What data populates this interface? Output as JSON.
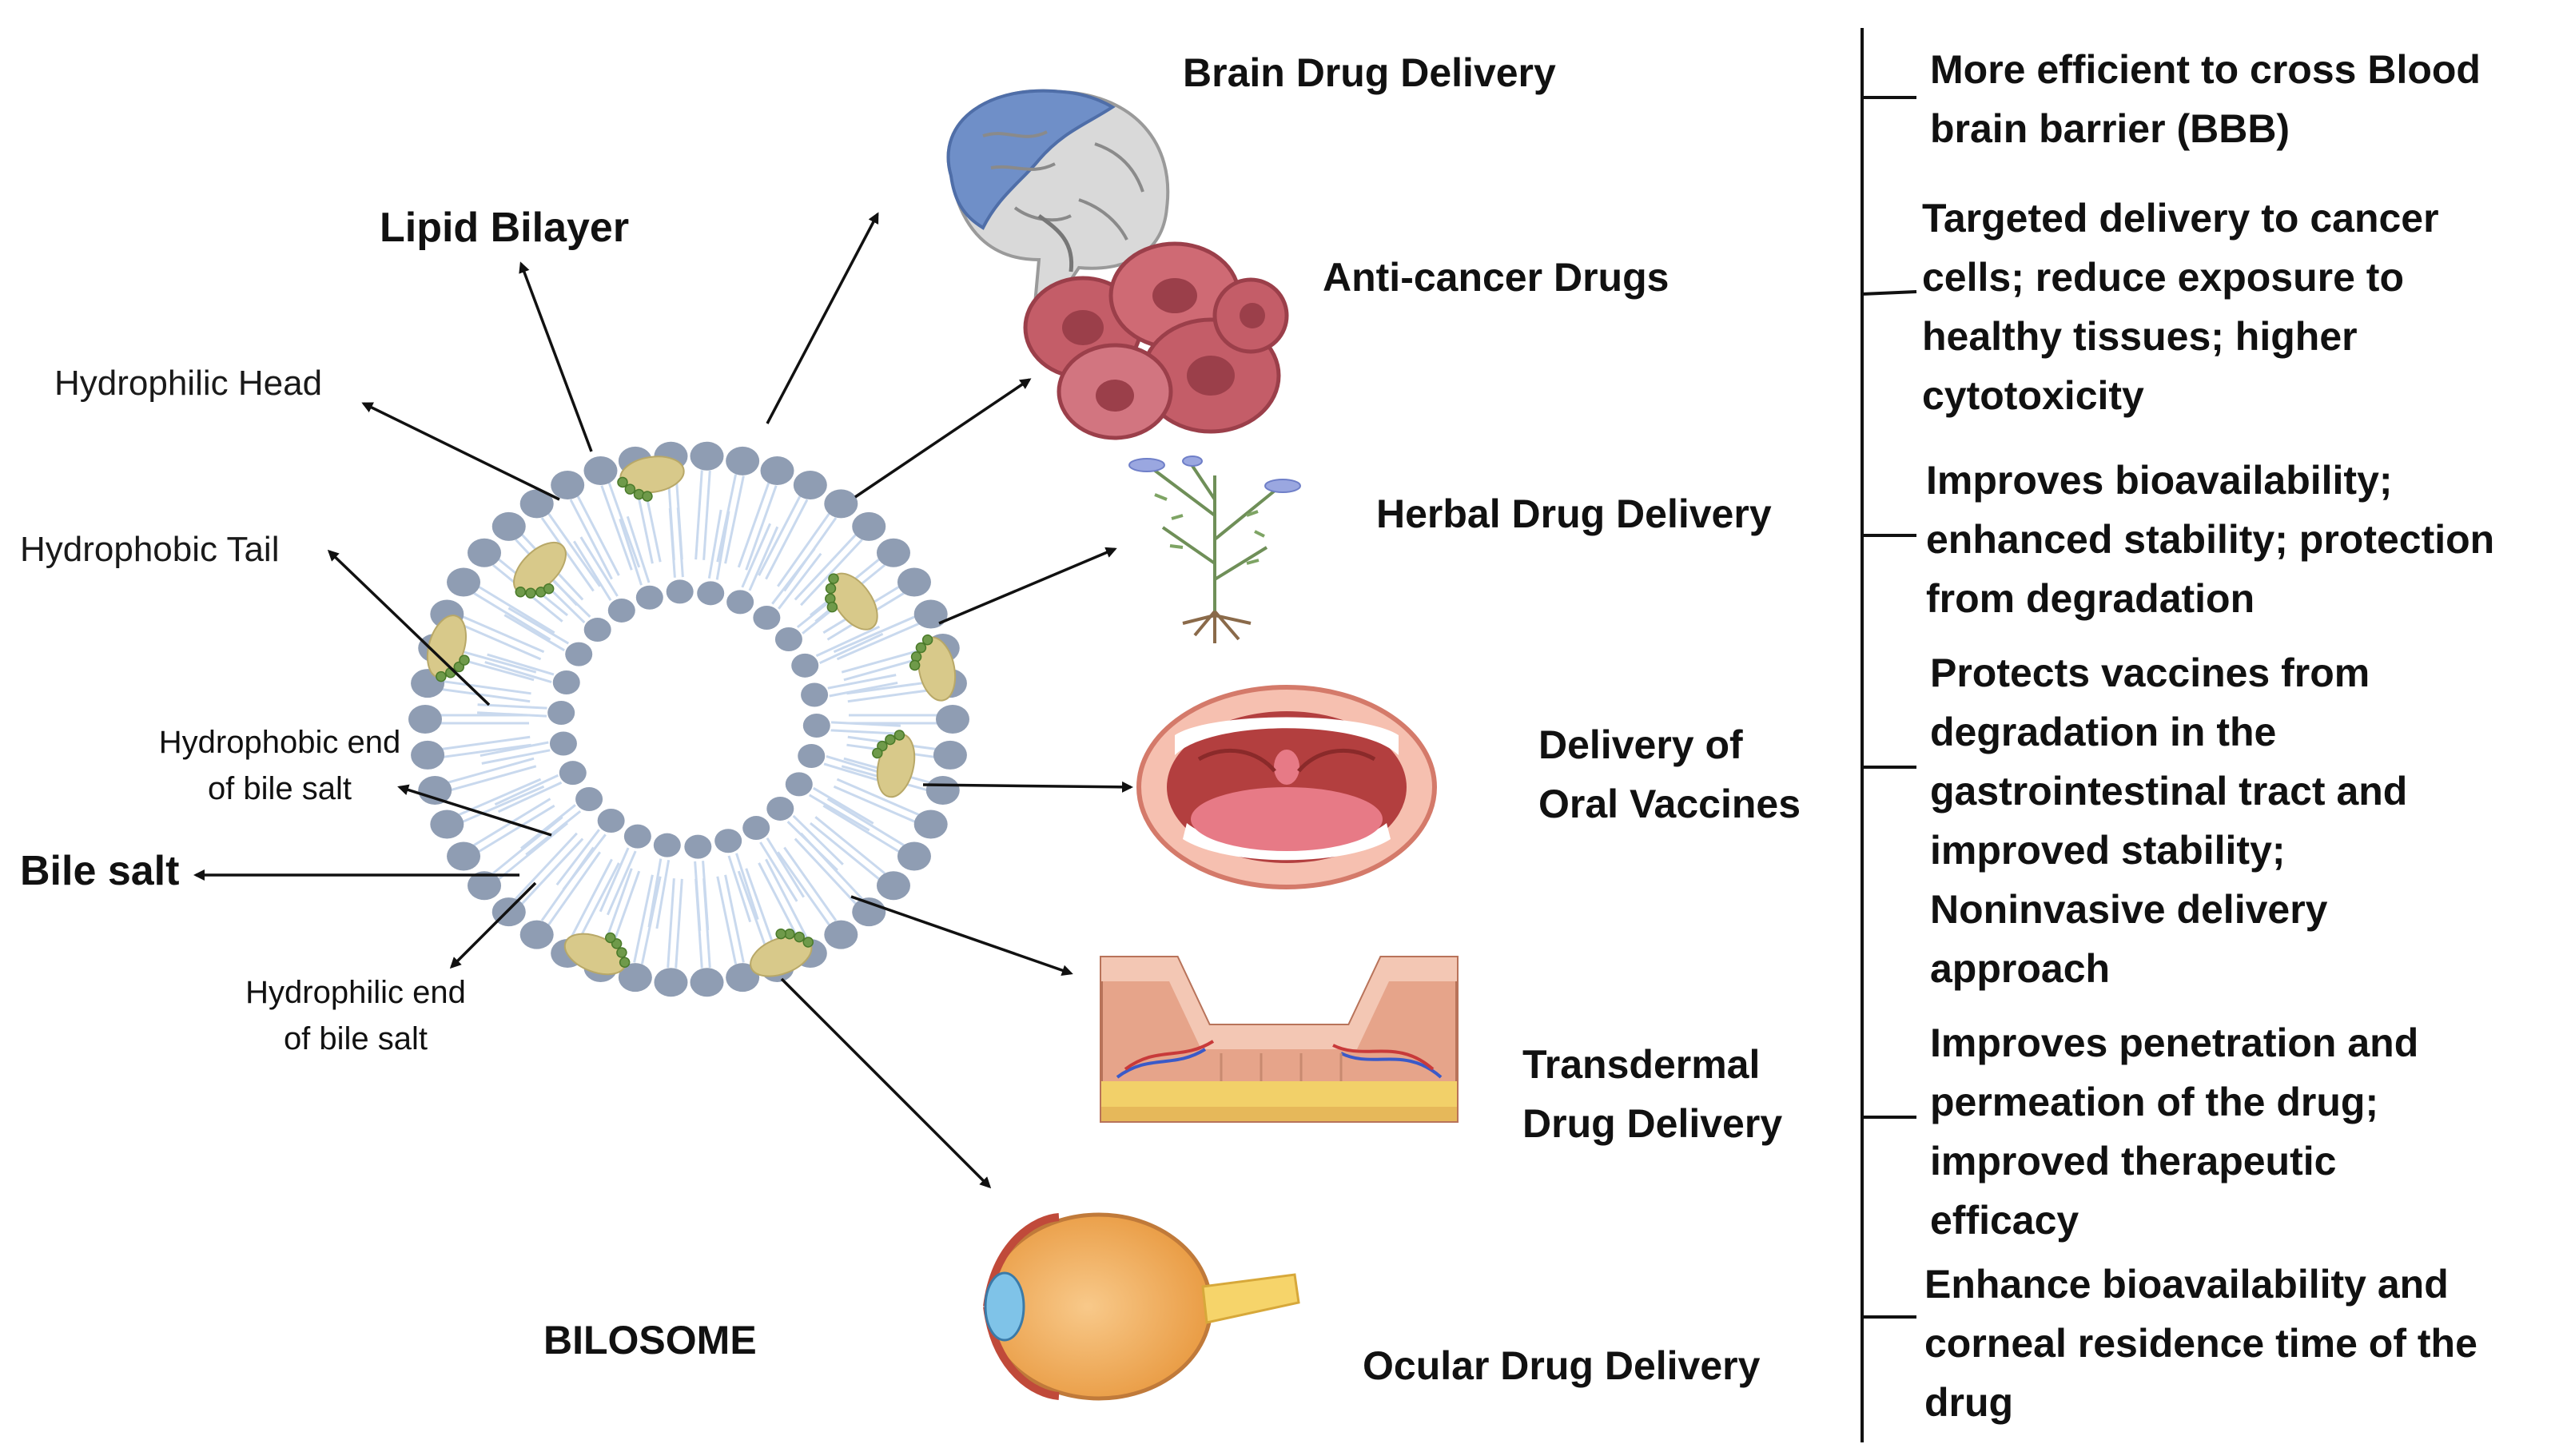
{
  "diagram": {
    "title": "BILOSOME",
    "structure_labels": {
      "lipid_bilayer": "Lipid Bilayer",
      "hydrophilic_head": "Hydrophilic Head",
      "hydrophobic_tail": "Hydrophobic Tail",
      "hydrophobic_end": "Hydrophobic end of bile salt",
      "bile_salt": "Bile salt",
      "hydrophilic_end": "Hydrophilic end of bile salt"
    },
    "applications": [
      {
        "label": "Brain Drug Delivery",
        "icon": "brain-icon",
        "benefit": "More efficient to cross Blood brain barrier (BBB)"
      },
      {
        "label": "Anti-cancer Drugs",
        "icon": "cancer-cells-icon",
        "benefit": "Targeted delivery to cancer cells; reduce  exposure to healthy tissues; higher cytotoxicity"
      },
      {
        "label": "Herbal Drug Delivery",
        "icon": "herb-plant-icon",
        "benefit": "Improves bioavailability; enhanced stability; protection from degradation"
      },
      {
        "label": "Delivery of Oral Vaccines",
        "icon": "mouth-icon",
        "benefit": "Protects vaccines from degradation in the gastrointestinal tract and improved stability; Noninvasive delivery approach"
      },
      {
        "label": "Transdermal Drug  Delivery",
        "icon": "skin-layers-icon",
        "benefit": "Improves penetration and permeation of the drug; improved therapeutic efficacy"
      },
      {
        "label": "Ocular Drug Delivery",
        "icon": "eye-icon",
        "benefit": "Enhance bioavailability and corneal residence time of the drug"
      }
    ]
  },
  "colors": {
    "head": "#8f9db3",
    "tail": "#c9d9ee",
    "bile_salt": "#d8c98a",
    "bile_dots": "#6f9a4a",
    "brain": "#6f8fc8",
    "cancer": "#c45d68",
    "mouth": "#e39a8a",
    "skin": "#e6a48a",
    "eye": "#f2b26a"
  }
}
